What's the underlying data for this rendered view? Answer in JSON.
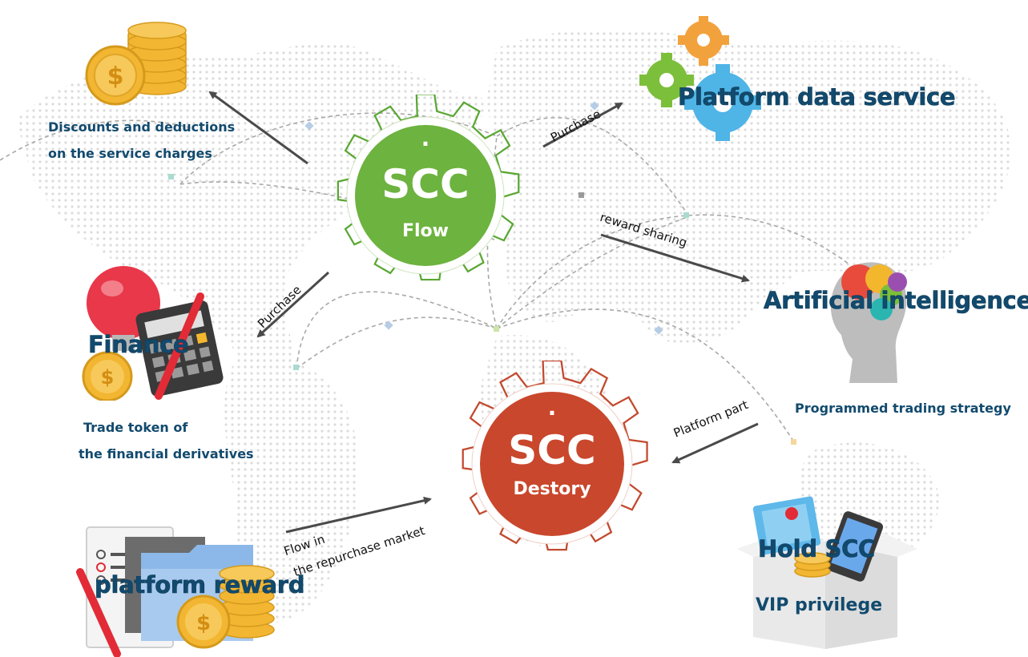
{
  "gears": {
    "flow": {
      "title": "SCC",
      "subtitle": "Flow",
      "dot": "·",
      "color": "#6db33f",
      "rim": "#5aa733"
    },
    "destroy": {
      "title": "SCC",
      "subtitle": "Destory",
      "dot": "·",
      "color": "#c9472c",
      "rim": "#c24a2f"
    }
  },
  "nodes": {
    "discounts": {
      "line1": "Discounts and deductions",
      "line2": "on the service charges",
      "icon": "coin-stack-icon"
    },
    "platform_data": {
      "label": "Platform data service",
      "icon": "gears-icon"
    },
    "ai": {
      "label": "Artificial intelligence",
      "caption": "Programmed trading strategy",
      "icon": "brain-head-icon"
    },
    "finance": {
      "label": "Finance",
      "line1": "Trade token of",
      "line2": "the financial derivatives",
      "icon": "calculator-icon"
    },
    "reward": {
      "label": "platform reward",
      "icon": "folder-coins-icon"
    },
    "hold": {
      "label": "Hold SCC",
      "caption": "VIP privilege",
      "icon": "gift-box-icon"
    }
  },
  "arrows": {
    "purchase_top": "Purchase",
    "purchase_left": "Purchase",
    "reward_sharing": "reward sharing",
    "platform_part": "Platform part",
    "flow_in_1": "Flow in",
    "flow_in_2": "the repurchase market"
  },
  "colors": {
    "text_navy": "#124a6e",
    "map_dots": "#d9d9d9",
    "arrow": "#4a4a4a"
  }
}
